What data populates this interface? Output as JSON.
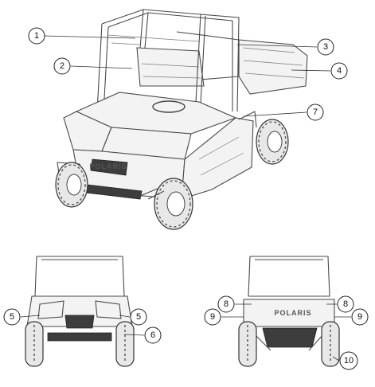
{
  "figure": {
    "brand_mark": "POLARIS",
    "callouts": {
      "c1": "1",
      "c2": "2",
      "c3": "3",
      "c4": "4",
      "c7": "7",
      "c5_left": "5",
      "c5_right": "5",
      "c6": "6",
      "c8_left": "8",
      "c8_right": "8",
      "c9_left": "9",
      "c9_right": "9",
      "c10": "10"
    }
  }
}
